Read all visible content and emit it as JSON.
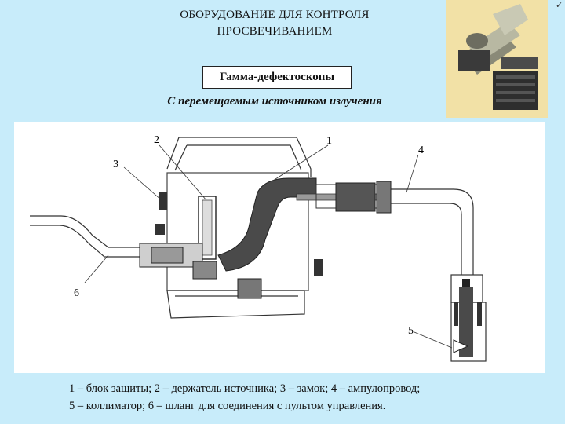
{
  "header": {
    "title_line1": "ОБОРУДОВАНИЕ ДЛЯ КОНТРОЛЯ",
    "title_line2": "ПРОСВЕЧИВАНИЕМ",
    "boxed_label": "Гамма-дефектоскопы",
    "subtitle": "С перемещаемым источником излучения"
  },
  "drawing": {
    "callouts": [
      "1",
      "2",
      "3",
      "4",
      "5",
      "6"
    ]
  },
  "caption": {
    "line1": "1 – блок защиты; 2 – держатель источника; 3 – замок; 4 – ампулопровод;",
    "line2": "5 – коллиматор; 6 – шланг для соединения с пультом управления."
  },
  "colors": {
    "background": "#c8ecfa",
    "photo_bg": "#f2e1a6",
    "drawing_dark": "#4a4a4a",
    "drawing_mid": "#9a9a9a"
  },
  "icons": {
    "photo": "gamma-device-photo"
  }
}
